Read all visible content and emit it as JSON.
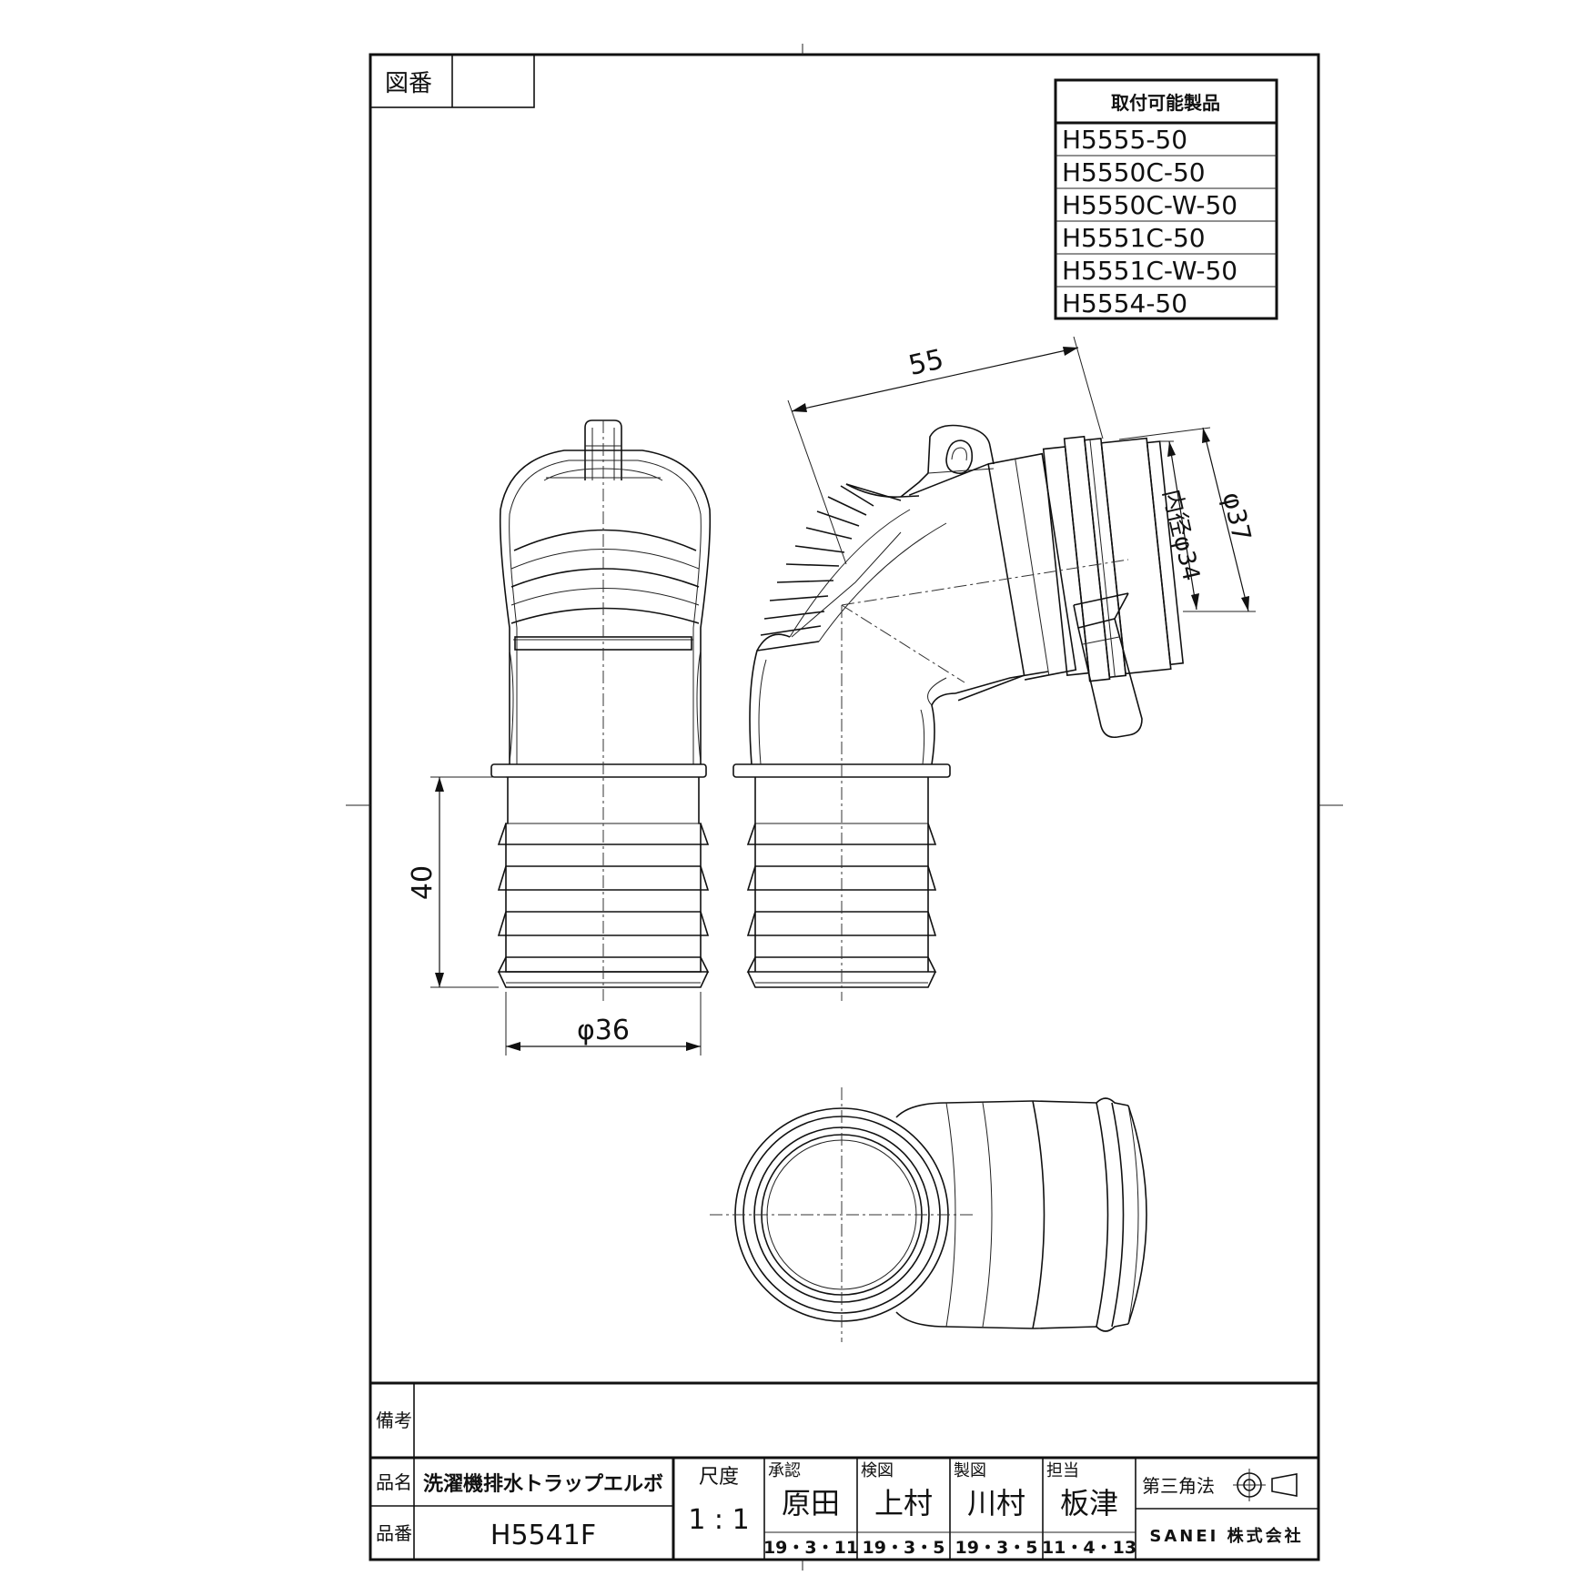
{
  "drawing_no_label": "図番",
  "drawing_no_value": "",
  "compatible_products": {
    "header": "取付可能製品",
    "items": [
      "H5555-50",
      "H5550C-50",
      "H5550C-W-50",
      "H5551C-50",
      "H5551C-W-50",
      "H5554-50"
    ]
  },
  "dimensions": {
    "length": "55",
    "outer_diameter": "φ37",
    "inner_diameter": "内径φ34",
    "height": "40",
    "spigot_diameter": "φ36"
  },
  "title_block": {
    "remarks_label": "備考",
    "remarks_value": "",
    "name_label": "品名",
    "name_value": "洗濯機排水トラップエルボ",
    "number_label": "品番",
    "number_value": "H5541F",
    "scale_label": "尺度",
    "scale_value": "1 : 1",
    "approval_label": "承認",
    "approval_name": "原田",
    "approval_date": "19・3・11",
    "check_label": "検図",
    "check_name": "上村",
    "check_date": "19・3・5",
    "draft_label": "製図",
    "draft_name": "川村",
    "draft_date": "19・3・5",
    "charge_label": "担当",
    "charge_name": "板津",
    "charge_date": "11・4・13",
    "projection_label": "第三角法",
    "company": "SANEI 株式会社"
  },
  "colors": {
    "line": "#111111",
    "background": "#ffffff"
  }
}
